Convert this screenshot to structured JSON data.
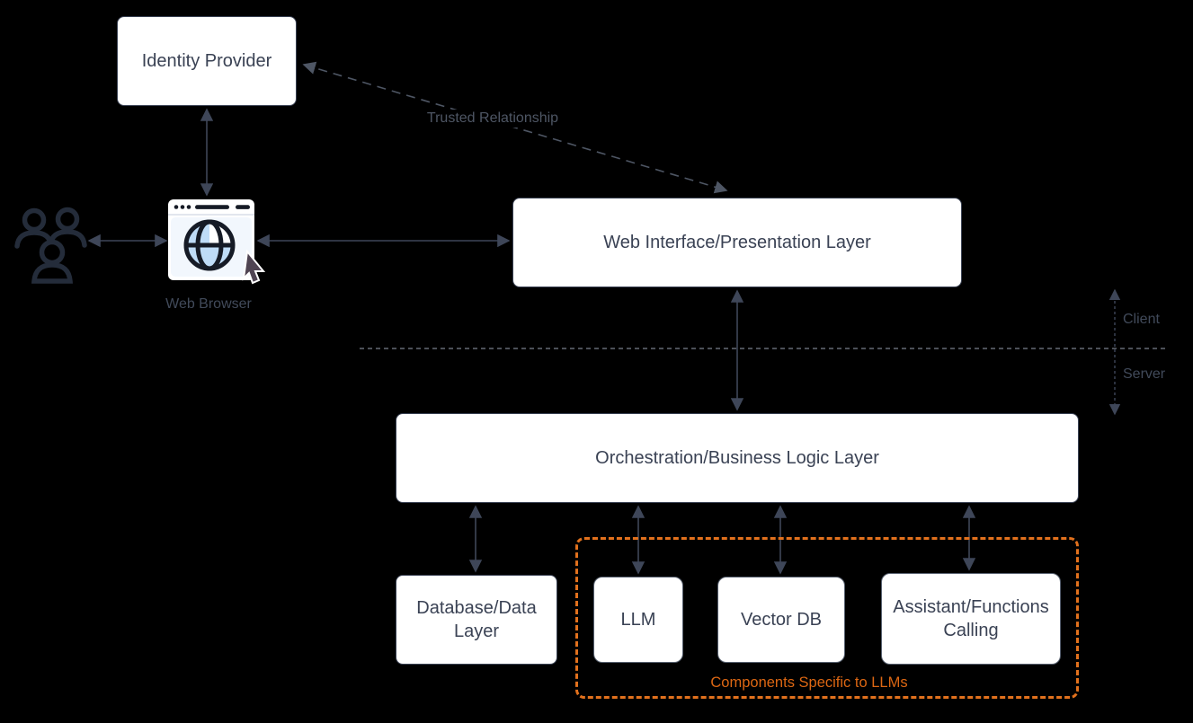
{
  "appearance": {
    "background": "#000000",
    "box_fill": "#FFFFFF",
    "box_border": "#3A4254",
    "box_text": "#3A4254",
    "arrow_color": "#3E4658",
    "muted_label_color": "#414A5A",
    "accent_orange": "#E2711D",
    "group_label_color": "#DD6713",
    "globe_blue": "#BFDCF7"
  },
  "nodes": {
    "identity_provider": "Identity Provider",
    "web_interface": "Web Interface/Presentation Layer",
    "orchestration": "Orchestration/Business Logic Layer",
    "database": "Database/Data Layer",
    "llm": "LLM",
    "vector_db": "Vector DB",
    "assistant": "Assistant/Functions Calling"
  },
  "labels": {
    "web_browser": "Web Browser",
    "trusted_relationship": "Trusted Relationship",
    "client": "Client",
    "server": "Server",
    "llm_group": "Components Specific to LLMs"
  },
  "icons": {
    "users": "users-group-icon",
    "web_browser": "web-browser-icon",
    "cursor": "mouse-cursor-icon"
  }
}
